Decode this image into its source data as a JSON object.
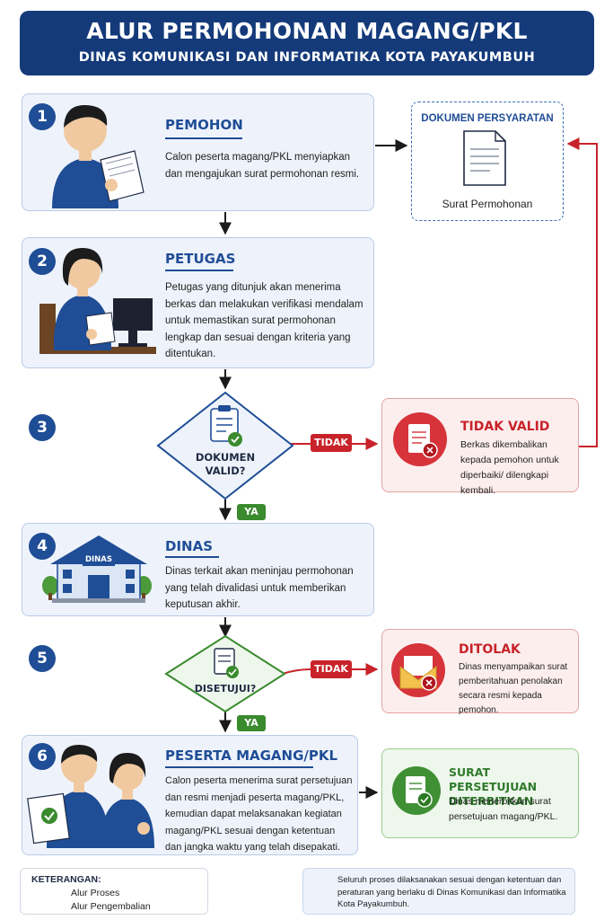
{
  "header": {
    "title": "ALUR PERMOHONAN MAGANG/PKL",
    "subtitle": "DINAS KOMUNIKASI DAN INFORMATIKA KOTA PAYAKUMBUH"
  },
  "steps": [
    {
      "number": "1",
      "title": "PEMOHON",
      "text": "Calon peserta magang/PKL menyiapkan dan mengajukan surat permohonan resmi."
    },
    {
      "number": "2",
      "title": "PETUGAS",
      "text": "Petugas yang ditunjuk akan menerima berkas dan melakukan verifikasi mendalam untuk memastikan surat permohonan lengkap dan sesuai dengan kriteria yang ditentukan."
    },
    {
      "number": "3",
      "decision": "DOKUMEN VALID?"
    },
    {
      "number": "4",
      "title": "DINAS",
      "text": "Dinas terkait akan meninjau permohonan yang telah divalidasi untuk memberikan keputusan akhir.",
      "building_label": "DINAS"
    },
    {
      "number": "5",
      "decision": "DISETUJUI?"
    },
    {
      "number": "6",
      "title": "PESERTA MAGANG/PKL",
      "text": "Calon peserta menerima surat persetujuan dan resmi menjadi peserta magang/PKL, kemudian dapat melaksanakan kegiatan magang/PKL sesuai dengan ketentuan dan jangka waktu yang telah disepakati."
    }
  ],
  "document_box": {
    "title": "DOKUMEN PERSYARATAN",
    "label": "Surat Permohonan"
  },
  "invalid": {
    "title": "TIDAK VALID",
    "text": "Berkas dikembalikan kepada pemohon untuk diperbaiki/ dilengkapi kembali."
  },
  "rejected": {
    "title": "DITOLAK",
    "text": "Dinas menyampaikan surat pemberitahuan penolakan secara resmi kepada pemohon."
  },
  "approved": {
    "title": "SURAT PERSETUJUAN DITERBITKAN",
    "text": "Dinas menerbitkan surat persetujuan magang/PKL."
  },
  "labels": {
    "no1": "TIDAK",
    "yes1": "YA",
    "no2": "TIDAK",
    "yes2": "YA"
  },
  "legend": {
    "title": "KETERANGAN:",
    "items": [
      "Alur Proses",
      "Alur Pengembalian"
    ]
  },
  "note": "Seluruh proses dilaksanakan sesuai dengan ketentuan dan peraturan yang berlaku di Dinas Komunikasi dan Informatika Kota Payakumbuh.",
  "colors": {
    "primary": "#1f4d96",
    "header": "#143a7a",
    "red": "#c8232a",
    "green": "#3a8a2e"
  }
}
